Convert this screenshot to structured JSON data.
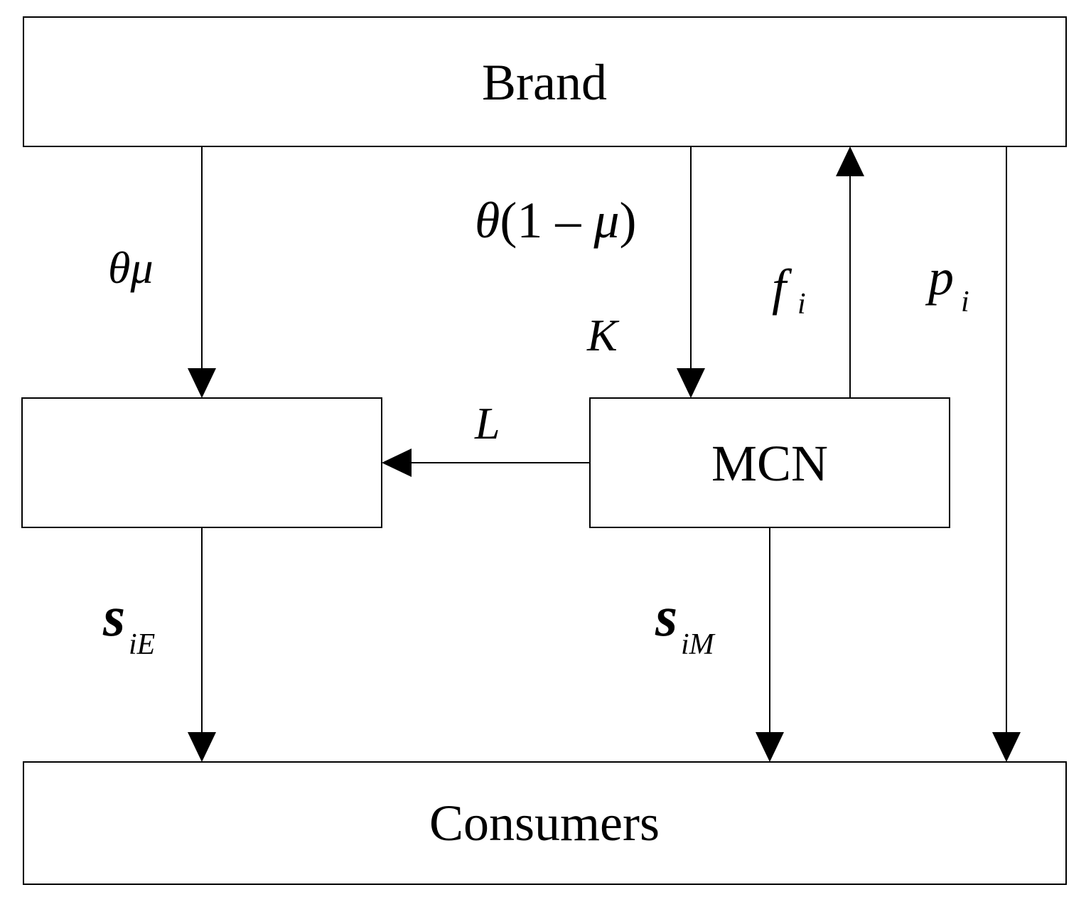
{
  "nodes": {
    "brand": "Brand",
    "influencer": "",
    "mcn": "MCN",
    "consumers": "Consumers"
  },
  "labels": {
    "theta_mu": "θμ",
    "theta_one_minus_mu": {
      "theta": "θ",
      "open": "(",
      "one": "1",
      "minus": " – ",
      "mu": "μ",
      "close": ")"
    },
    "k": "K",
    "l": "L",
    "f": {
      "base": "f",
      "sub": "i"
    },
    "p": {
      "base": "p",
      "sub": "i"
    },
    "s_ie": {
      "base": "s",
      "sub": "iE"
    },
    "s_im": {
      "base": "s",
      "sub": "iM"
    }
  }
}
